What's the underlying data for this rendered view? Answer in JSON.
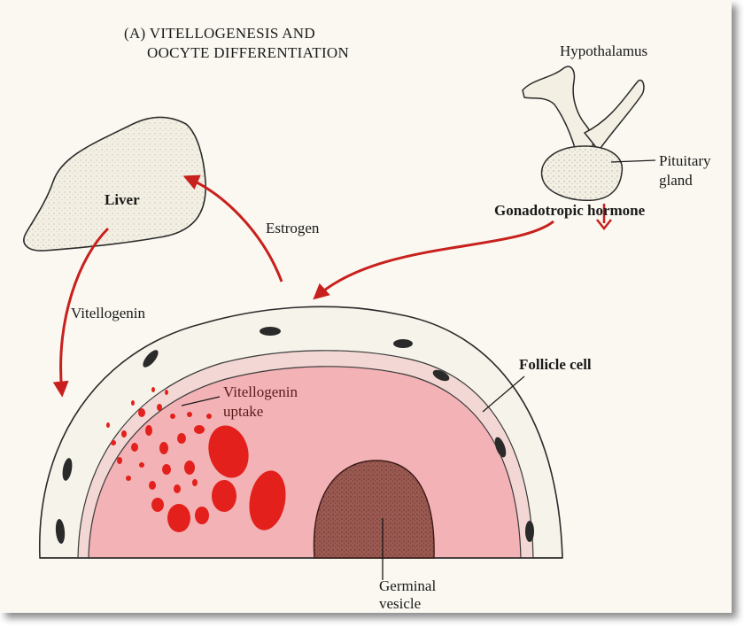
{
  "title": {
    "line1": "(A) VITELLOGENESIS AND",
    "line2": "OOCYTE DIFFERENTIATION"
  },
  "labels": {
    "hypothalamus": "Hypothalamus",
    "pituitary_line1": "Pituitary",
    "pituitary_line2": "gland",
    "gonadotropic": "Gonadotropic hormone",
    "liver": "Liver",
    "estrogen": "Estrogen",
    "vitellogenin": "Vitellogenin",
    "follicle_cell": "Follicle cell",
    "uptake_line1": "Vitellogenin",
    "uptake_line2": "uptake",
    "germinal_line1": "Germinal",
    "germinal_line2": "vesicle"
  },
  "colors": {
    "arrow": "#c8201c",
    "oocyte": "#f3b2b6",
    "yolk": "#e3201b",
    "nucleus": "#8a4a44",
    "background": "#faf8f1"
  }
}
